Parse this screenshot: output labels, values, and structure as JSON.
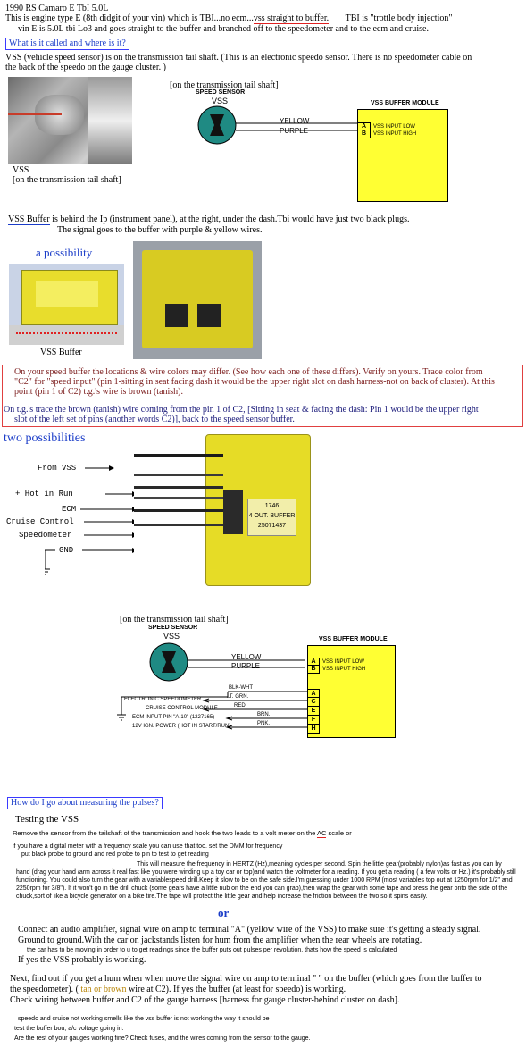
{
  "header": {
    "title": "1990 RS Camaro E TbI 5.0L",
    "line2_a": "This is engine type E (8th didgit of your vin) which is TBI...no ecm...",
    "line2_b": "vss straight to buffer.",
    "line2_c": "TBI is \"trottle body injection\"",
    "line3": "vin E is 5.0L tbi Lo3 and goes straight to the buffer and branched off to the speedometer and to the ecm and cruise."
  },
  "q1": {
    "label": "What is it called and where is it?"
  },
  "vss": {
    "term": "VSS (vehicle speed sensor)",
    "desc1": "is on the transmission tail shaft. (This is an electronic speedo sensor. There is no speedometer cable on",
    "desc2": "the back of the speedo on the gauge cluster. )",
    "photo_caption1": "VSS",
    "photo_caption2": "[on the transmission tail shaft]"
  },
  "diagram1": {
    "caption": "[on the transmission tail shaft]",
    "sensor_label": "SPEED SENSOR",
    "sensor_sub": "VSS",
    "wire1": "YELLOW",
    "wire2": "PURPLE",
    "module_title": "VSS BUFFER MODULE",
    "pin_a": "A",
    "pin_b": "B",
    "pin_a_label": "VSS INPUT LOW",
    "pin_b_label": "VSS INPUT HIGH"
  },
  "buffer": {
    "term": "VSS Buffer",
    "desc1": "is behind the Ip (instrument panel), at the right, under the dash.Tbi would have just two black plugs.",
    "desc2": "The signal goes to the buffer with purple & yellow wires.",
    "possibility": "a possibility",
    "photo_caption": "VSS Buffer"
  },
  "note": {
    "line1": "On your speed buffer the locations & wire colors may differ. (See how each one of these differs). Verify on yours. Trace color from",
    "line2": "\"C2\" for \"speed input\" (pin 1-sitting in seat facing dash it would be the upper right slot on dash harness-not on back of cluster). At this",
    "line3": "point (pin 1 of C2) t.g.'s wire is brown (tanish).",
    "line4": "On t.g.'s trace the brown (tanish) wire coming from the pin 1 of C2, [Sitting in seat & facing the dash: Pin 1 would be the upper right",
    "line5": "slot of the left set of pins (another words C2)], back to the speed sensor buffer."
  },
  "two_possibilities": {
    "heading": "two possibilities",
    "labels": [
      "From VSS",
      "+ Hot in Run",
      "ECM",
      "Cruise Control",
      "Speedometer",
      "GND"
    ],
    "sticker1": "1746",
    "sticker2": "4 OUT. BUFFER",
    "sticker3": "25071437"
  },
  "diagram2": {
    "caption": "[on the transmission tail shaft]",
    "sensor_label": "SPEED SENSOR",
    "sensor_sub": "VSS",
    "wire1": "YELLOW",
    "wire2": "PURPLE",
    "module_title": "VSS BUFFER MODULE",
    "pins": [
      "A",
      "B",
      "A",
      "C",
      "E",
      "F",
      "H"
    ],
    "pin_a_label": "VSS INPUT LOW",
    "pin_b_label": "VSS INPUT HIGH",
    "blk_wht": "BLK-WHT",
    "outputs": [
      {
        "label": "ELECTRONIC SPEEDOMETER",
        "wire": "LT. GRN."
      },
      {
        "label": "CRUISE CONTROL MODULE",
        "wire": "RED"
      },
      {
        "label": "ECM INPUT PIN \"A-10\" (1227165)",
        "wire": "BRN."
      },
      {
        "label": "12V IGN. POWER (HOT IN START/RUN)",
        "wire": "PNK."
      }
    ]
  },
  "q2": {
    "label": "How do I go about measuring the pulses?"
  },
  "testing": {
    "heading": "Testing the VSS",
    "l1a": "Remove the sensor from the tailshaft of the transmission and hook the two leads to a volt meter on the",
    "l1b": "AC",
    "l1c": "scale or",
    "l2": "if you have a digital meter with a frequency scale you can use that too.     set the DMM for frequency",
    "l3": "put  black probe to ground and red probe to pin to test to get reading",
    "p1": "This will measure the frequency in HERTZ (Hz),meaning cycles per second. Spin the little gear(probably nylon)as fast as you can by hand (drag your hand /arm across it real fast like you were winding up a toy car or top)and watch the voltmeter for a reading. If you get a reading ( a few volts or Hz.) it's probably still functioning. You could also turn the gear with a variablespeed drill.Keep it slow to be on the safe side.I'm guessing under 1000 RPM (most variables top out at 1250rpm for 1/2\" and 2250rpm for 3/8\"). If it won't go in the drill chuck (some gears have a little nub on the end you can grab),then wrap the gear with some tape and press the gear onto the side of the chuck,sort of like a bicycle generator on a bike tire.The tape will protect the little gear and help increase the friction between the two so it spins easily.",
    "or": "or",
    "p2a": "Connect an audio amplifier, signal wire on amp to terminal \"A\" (yellow wire of the VSS) to make sure it's getting a steady signal.",
    "p2b": "Ground to ground.With the car on jackstands listen for hum from the amplifier when the rear wheels are rotating.",
    "p2c": "the car has to be moving in order to u to get readings since the buffer puts out pulses per revolution, thats how the speed is calculated",
    "p2d": "If yes the VSS probably is working.",
    "p3a": "Next, find out if you get a hum when when move the signal wire on amp to terminal \"  \" on the buffer (which goes from the buffer to",
    "p3b_1": "the speedometer).  (",
    "p3b_2": "tan or brown",
    "p3b_3": "wire at C2).  If yes the buffer (at least for speedo) is working.",
    "p3c": "Check wiring between buffer and C2 of the gauge harness [harness for gauge cluster-behind cluster on dash].",
    "f1": "speedo and cruise not working smells like the vss buffer is not working the way it should be",
    "f2": "test the buffer bou, a/c voltage going in.",
    "f3": "Are the rest of your gauges working fine? Check fuses, and the wires coming from the sensor to the gauge."
  }
}
